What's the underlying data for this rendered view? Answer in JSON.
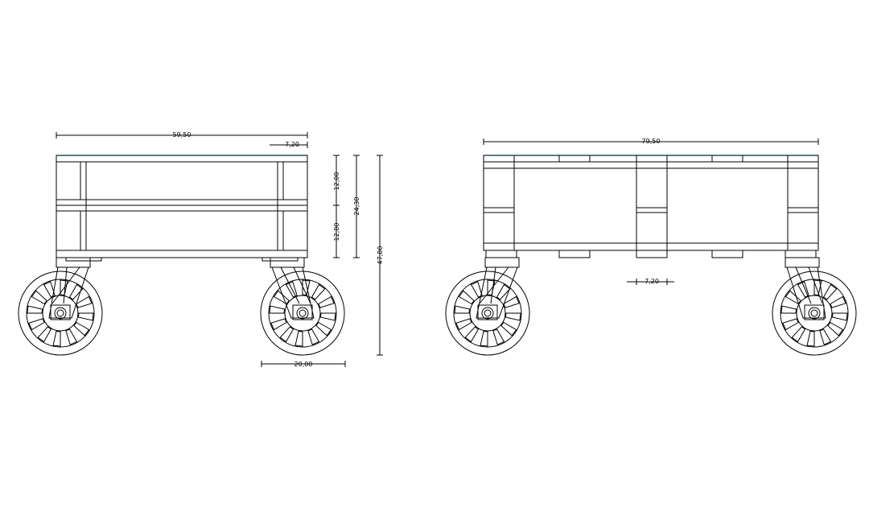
{
  "drawing": {
    "background": "#ffffff",
    "line_color": "#000000",
    "top_edge_color": "#00e5ff",
    "side_view": {
      "dims": {
        "width": "59,50",
        "post": "7,20",
        "upper": "12,00",
        "lower": "12,00",
        "body": "24,30",
        "total": "47,80",
        "wheel": "20,00"
      }
    },
    "front_view": {
      "dims": {
        "width": "79,50",
        "block": "7,20"
      }
    }
  }
}
